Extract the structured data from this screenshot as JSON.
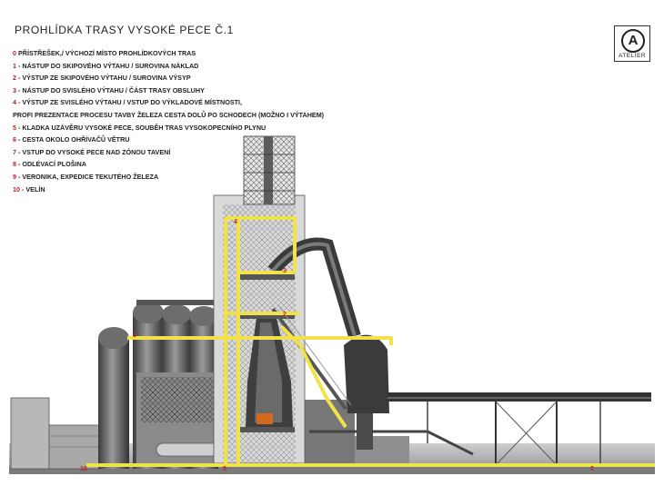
{
  "title": "PROHLÍDKA TRASY VYSOKÉ PECE Č.1",
  "logo": {
    "letter": "A",
    "text": "ATELIER"
  },
  "legend": [
    {
      "num": "0",
      "text": " PŘÍSTŘEŠEK,/ VÝCHOZÍ MÍSTO PROHLÍDKOVÝCH TRAS"
    },
    {
      "num": "1",
      "text": " - NÁSTUP DO SKIPOVÉHO VÝTAHU / SUROVINA NÁKLAD"
    },
    {
      "num": "2",
      "text": " - VÝSTUP ZE SKIPOVÉHO VÝTAHU / SUROVINA VÝSYP"
    },
    {
      "num": "3",
      "text": " - NÁSTUP DO SVISLÉHO VÝTAHU / ČÁST TRASY OBSLUHY"
    },
    {
      "num": "4",
      "text": " - VÝSTUP ZE SVISLÉHO VÝTAHU / VSTUP DO VÝKLADOVÉ MÍSTNOSTI,"
    },
    {
      "num": "",
      "text": "PROFI PREZENTACE PROCESU TAVBY ŽELEZA CESTA DOLŮ PO SCHODECH  (MOŽNO I VÝTAHEM)"
    },
    {
      "num": "5",
      "text": " - KLADKA UZÁVĚRU VYSOKÉ PECE, SOUBĚH TRAS VYSOKOPECNÍHO PLYNU"
    },
    {
      "num": "6",
      "text": " - CESTA OKOLO OHŘÍVAČŮ VĚTRU"
    },
    {
      "num": "7",
      "text": " - VSTUP DO VYSOKÉ PECE NAD ZÓNOU TAVENÍ"
    },
    {
      "num": "8",
      "text": " - ODLÉVACÍ PLOŠINA"
    },
    {
      "num": "9",
      "text": " - VERONIKA, EXPEDICE TEKUTÉHO ŽELEZA"
    },
    {
      "num": "10",
      "text": " - VELÍN"
    }
  ],
  "markers": [
    "4",
    "3",
    "2",
    "6",
    "8",
    "10",
    "0"
  ],
  "colors": {
    "route": "#f2e24a",
    "steel": "#5c5c5c",
    "steel_light": "#bdbdbd",
    "marker": "#b22222"
  }
}
